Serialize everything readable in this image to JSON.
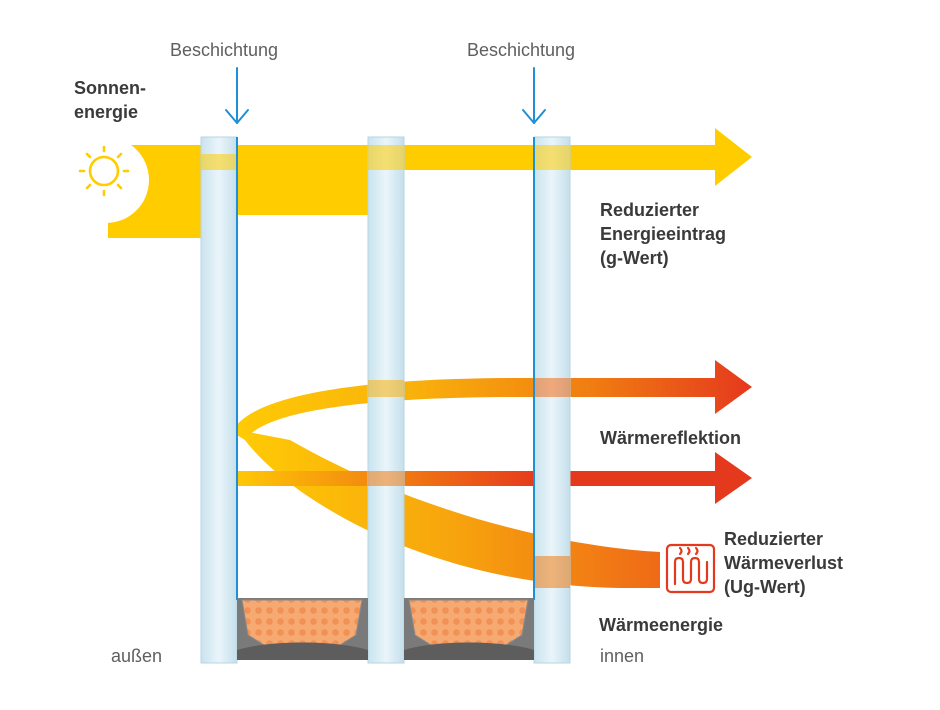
{
  "labels": {
    "coating_left": "Beschichtung",
    "coating_right": "Beschichtung",
    "sun_energy": "Sonnen-\nenergie",
    "reduced_energy_gain": "Reduzierter\nEnergieeintrag\n(g-Wert)",
    "heat_reflection": "Wärmereflektion",
    "reduced_heat_loss": "Reduzierter\nWärmeverlust\n(Ug-Wert)",
    "heat_energy": "Wärmeenergie",
    "outside": "außen",
    "inside": "innen"
  },
  "icons": {
    "sun": "sun-icon",
    "heater": "radiator-icon",
    "coating_arrow": "arrow-down-icon"
  },
  "colors": {
    "solar_yellow": "#ffcc00",
    "heat_orange": "#f39a12",
    "heat_red": "#e5391d",
    "coating_blue": "#1f8fd6",
    "glass": "#cfe6f0",
    "spacer_fill": "#f6a970",
    "spacer_frame": "#6c6c6c"
  }
}
